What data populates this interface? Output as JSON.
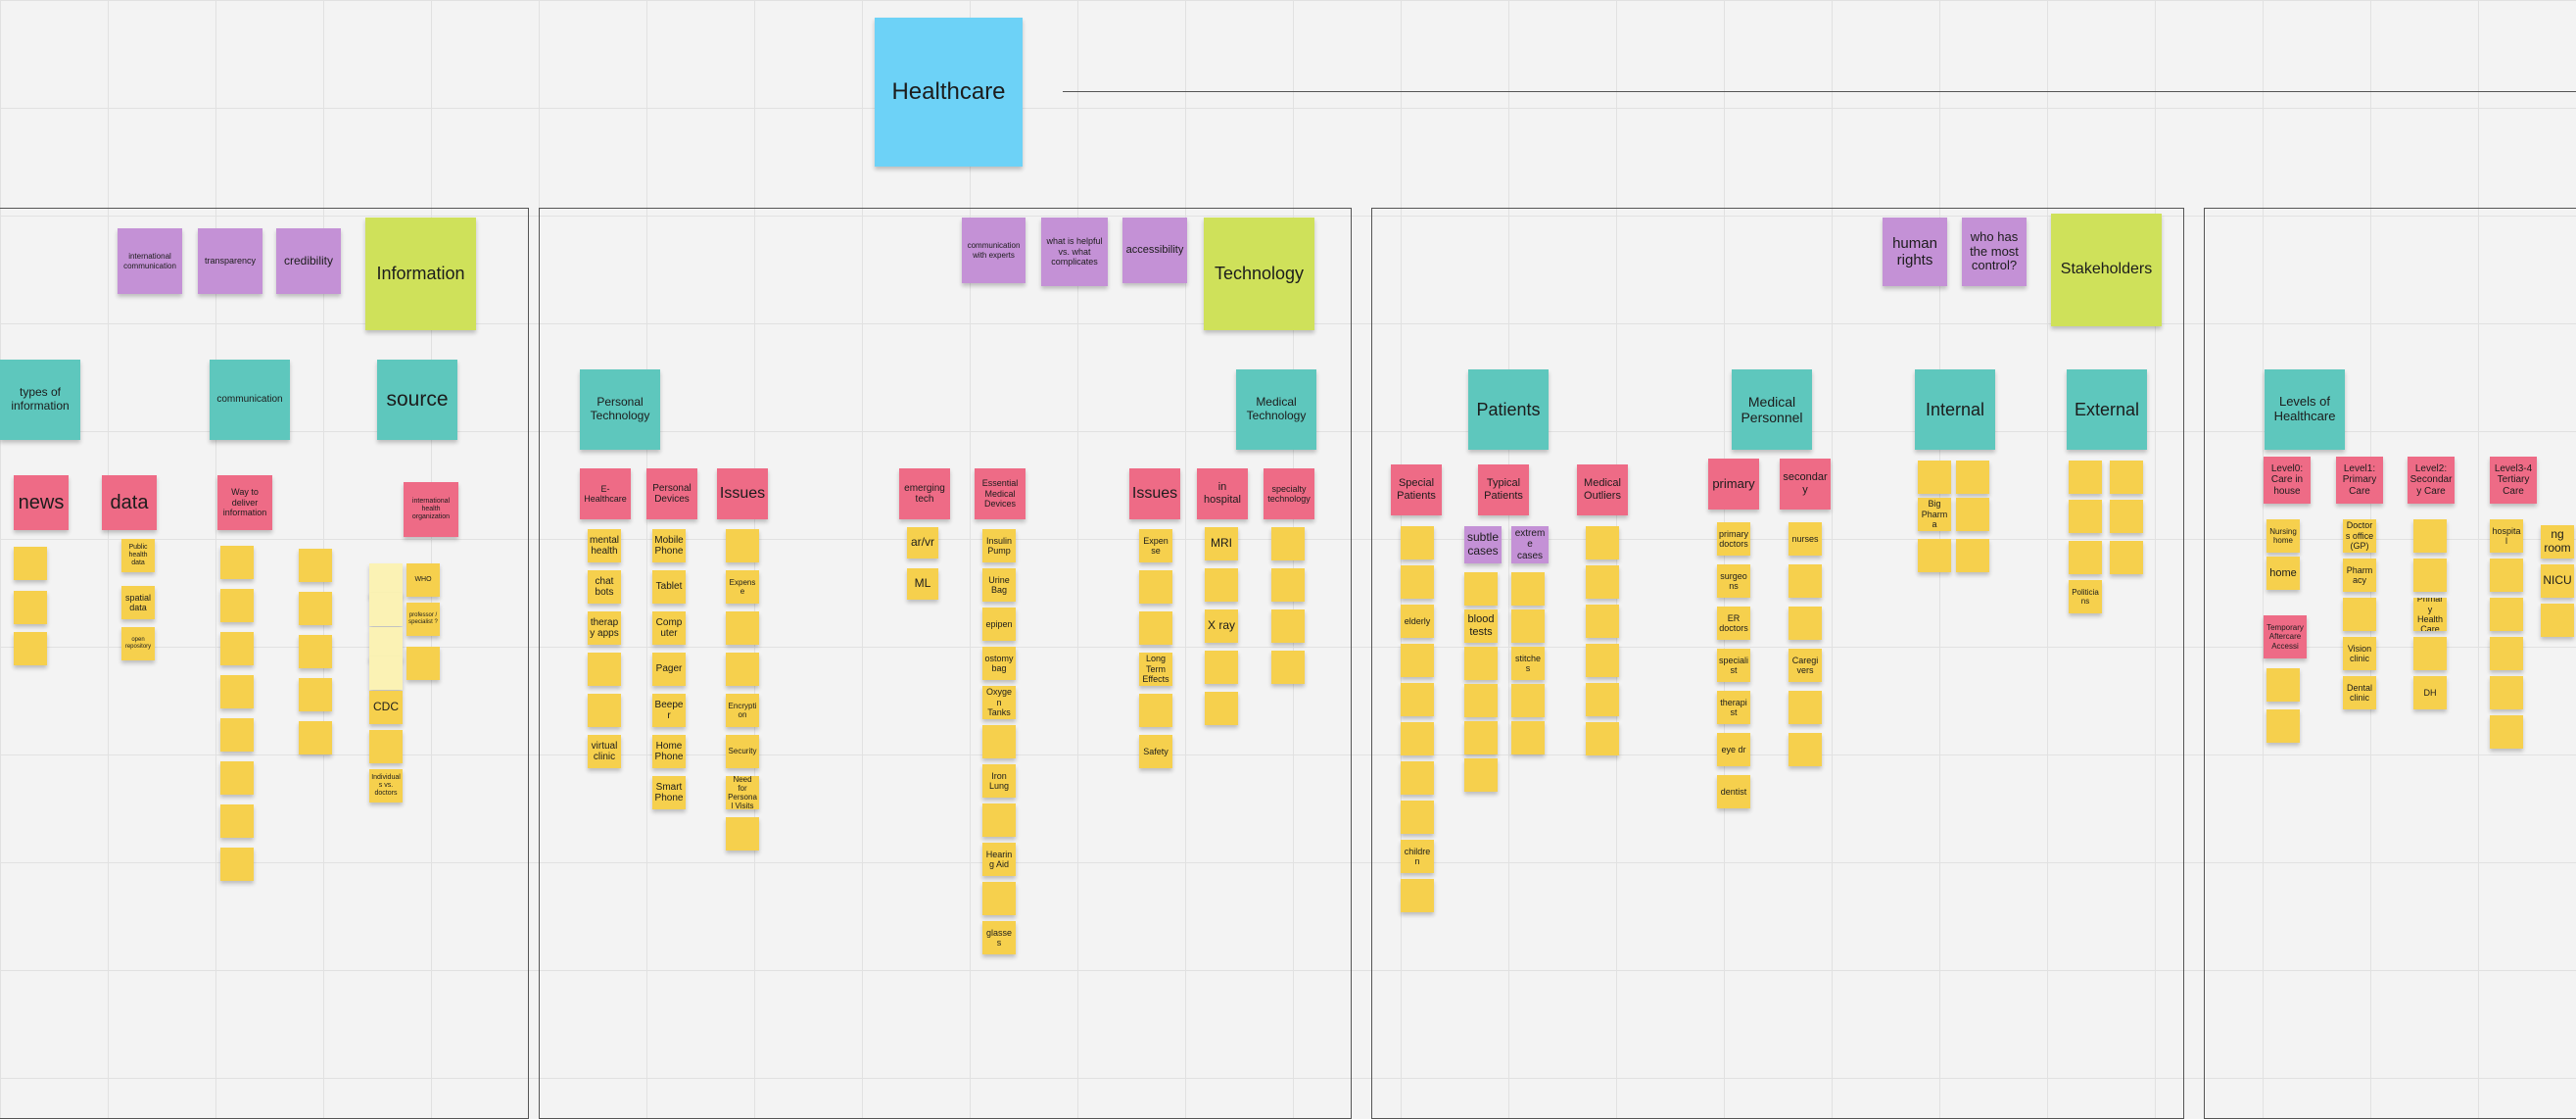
{
  "board": {
    "title": "Healthcare",
    "colors": {
      "canvas": "#f3f3f3",
      "grid": "#e1e1e1",
      "yellow": "#f6d04d",
      "light_yellow": "#fbf2b4",
      "pink": "#ee6b86",
      "purple": "#c491d6",
      "teal": "#5ec7bd",
      "lime": "#cfe15a",
      "blue": "#6dd2f7"
    }
  },
  "information": {
    "heading": "Information",
    "tags": [
      "international communication",
      "transparency",
      "credibility"
    ],
    "categories": [
      "types of information",
      "communication",
      "source"
    ],
    "news": "news",
    "data": "data",
    "way": "Way to deliver information",
    "intl": "international health organization",
    "data_items": [
      "Public health data",
      "spatial data",
      "open repository"
    ],
    "source_items": [
      "CDC",
      "Individuals vs. doctors"
    ],
    "source_side": [
      "WHO",
      "professor / specialist ?"
    ]
  },
  "technology": {
    "heading": "Technology",
    "tags": [
      "communication with experts",
      "what is helpful vs. what complicates",
      "accessibility"
    ],
    "personal": "Personal Technology",
    "medical": "Medical Technology",
    "ehealth": "E-Healthcare",
    "devices": "Personal Devices",
    "issues": "Issues",
    "emerging": "emerging tech",
    "essential": "Essential Medical Devices",
    "issues2": "Issues",
    "inhospital": "in hospital",
    "specialty": "specialty technology",
    "ehealth_items": [
      "mental health",
      "chat bots",
      "therapy apps",
      "",
      "",
      "virtual clinic"
    ],
    "device_items": [
      "Mobile Phone",
      "Tablet",
      "Computer",
      "Pager",
      "Beeper",
      "Home Phone",
      "Smart Phone"
    ],
    "issue_items": [
      "",
      "Expense",
      "",
      "",
      "Encryption",
      "Security",
      "Need for Personal Visits",
      ""
    ],
    "emerging_items": [
      "ar/vr",
      "ML"
    ],
    "essential_items": [
      "Insulin Pump",
      "Urine Bag",
      "epipen",
      "ostomy bag",
      "Oxygen Tanks",
      "",
      "Iron Lung",
      "",
      "Hearing Aid",
      "",
      "glasses"
    ],
    "issue2_items": [
      "Expense",
      "",
      "",
      "Long Term Effects",
      "",
      "Safety"
    ],
    "hospital_items": [
      "MRI",
      "",
      "X ray",
      "",
      ""
    ],
    "specialty_items": [
      "",
      "",
      "",
      ""
    ]
  },
  "stakeholders": {
    "heading": "Stakeholders",
    "tags": [
      "human rights",
      "who has the most control?"
    ],
    "patients": "Patients",
    "medical_personnel": "Medical Personnel",
    "internal": "Internal",
    "external": "External",
    "special": "Special Patients",
    "typical": "Typical Patients",
    "outliers": "Medical Outliers",
    "primary": "primary",
    "secondary": "secondary",
    "special_items": [
      "",
      "",
      "elderly",
      "",
      "",
      "",
      "",
      "",
      "children",
      ""
    ],
    "typical_subtle": "subtle cases",
    "typical_extreme": "extreme cases",
    "typical_items": [
      "",
      "blood tests",
      "",
      "",
      "",
      ""
    ],
    "extreme_items": [
      "",
      "",
      "stitches",
      "",
      ""
    ],
    "outlier_items": [
      "",
      "",
      "",
      "",
      "",
      ""
    ],
    "primary_items": [
      "primary doctors",
      "surgeons",
      "ER doctors",
      "specialist",
      "therapist",
      "eye dr",
      "dentist"
    ],
    "secondary_items": [
      "nurses",
      "",
      "",
      "Caregivers",
      "",
      ""
    ],
    "internal_items": [
      "",
      "",
      "Big Pharma",
      "",
      "",
      ""
    ],
    "external_items": [
      "",
      "",
      "",
      "",
      "",
      "",
      "Politicians"
    ]
  },
  "levels": {
    "heading": "Levels of Healthcare",
    "level0": "Level0: Care in house",
    "level1": "Level1: Primary Care",
    "level2": "Level2: Secondary Care",
    "level34": "Level3-4 Tertiary Care",
    "level0_items": [
      "Nursing home",
      "home"
    ],
    "temporary": "Temporary Aftercare Accessi",
    "level1_items": [
      "Doctors office (GP)",
      "Pharmacy",
      "",
      "Vision clinic",
      "Dental clinic"
    ],
    "level2_items": [
      "",
      "",
      "Primary Health Care",
      "",
      "DH"
    ],
    "level34_items": [
      "hospital",
      "",
      "",
      "",
      "",
      ""
    ],
    "side_items": [
      "waiting rooms",
      "NICU",
      ""
    ]
  }
}
